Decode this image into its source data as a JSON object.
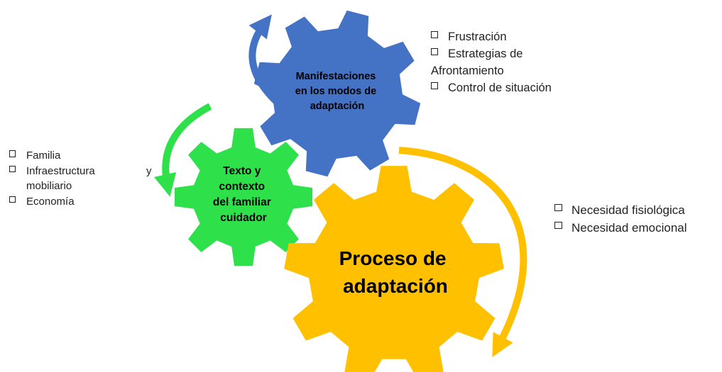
{
  "diagram": {
    "gears": {
      "blue": {
        "color": "#4472c4",
        "lines": [
          "Manifestaciones",
          "en los modos de",
          "adaptación"
        ]
      },
      "green": {
        "color": "#2ee04a",
        "lines": [
          "Texto y",
          "contexto",
          "del familiar",
          "cuidador"
        ]
      },
      "yellow": {
        "color": "#ffc000",
        "lines": [
          "Proceso de",
          "adaptación"
        ]
      }
    },
    "lists": {
      "blue": [
        "Frustración",
        "Estrategias de",
        "Afrontamiento",
        "Control de situación"
      ],
      "green": [
        "Familia",
        "Infraestructura",
        "mobiliario",
        "Economía"
      ],
      "green_stray": "y",
      "yellow": [
        "Necesidad fisiológica",
        "Necesidad emocional"
      ]
    }
  }
}
